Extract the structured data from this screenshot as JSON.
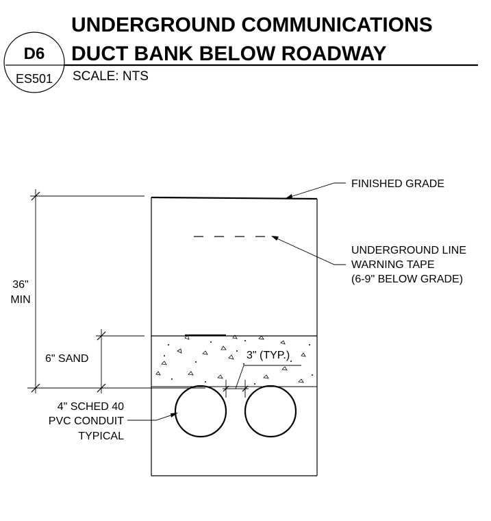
{
  "title": {
    "line1": "UNDERGROUND COMMUNICATIONS",
    "line2": "DUCT BANK BELOW ROADWAY",
    "scale": "SCALE: NTS"
  },
  "bubble": {
    "detail_id": "D6",
    "sheet": "ES501"
  },
  "notes": {
    "finished_grade": "FINISHED GRADE",
    "warning_tape": [
      "UNDERGROUND LINE",
      "WARNING TAPE",
      "(6-9\" BELOW GRADE)"
    ],
    "depth_36": [
      "36\"",
      "MIN"
    ],
    "sand_6": "6\" SAND",
    "spacing": "3\" (TYP.)",
    "conduit": [
      "4\" SCHED 40",
      "PVC CONDUIT",
      "TYPICAL"
    ]
  }
}
